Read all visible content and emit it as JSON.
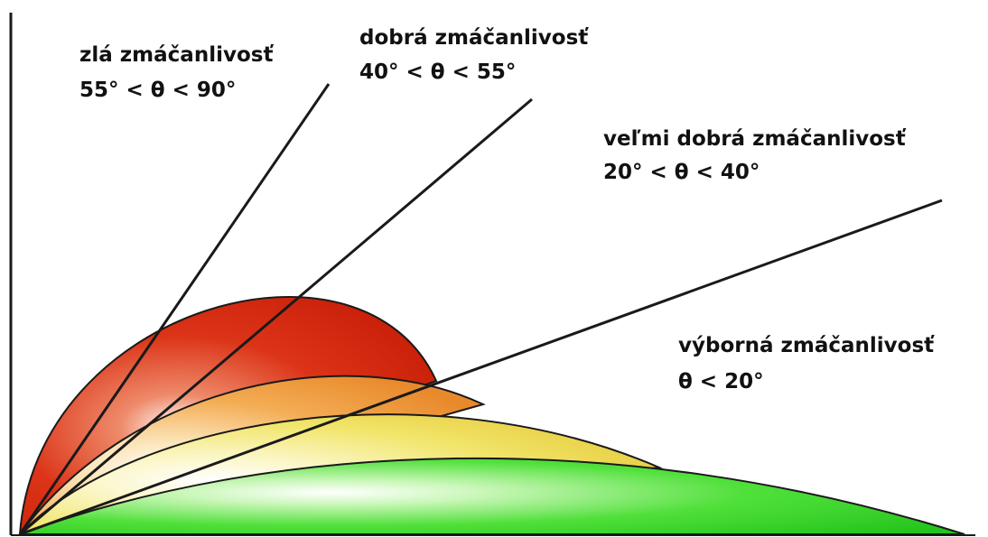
{
  "diagram": {
    "colors": {
      "poor": "#d93a1e",
      "good": "#f2a341",
      "very_good": "#eed84a",
      "excellent": "#2ed42a",
      "lines": "#1a1a1a"
    },
    "categories": [
      {
        "id": "poor",
        "title": "zlá zmáčanlivosť",
        "range": "55° < θ < 90°"
      },
      {
        "id": "good",
        "title": "dobrá zmáčanlivosť",
        "range": "40° < θ < 55°"
      },
      {
        "id": "very_good",
        "title": "veľmi dobrá zmáčanlivosť",
        "range": "20° < θ < 40°"
      },
      {
        "id": "excellent",
        "title": "výborná zmáčanlivosť",
        "range": "θ < 20°"
      }
    ]
  }
}
